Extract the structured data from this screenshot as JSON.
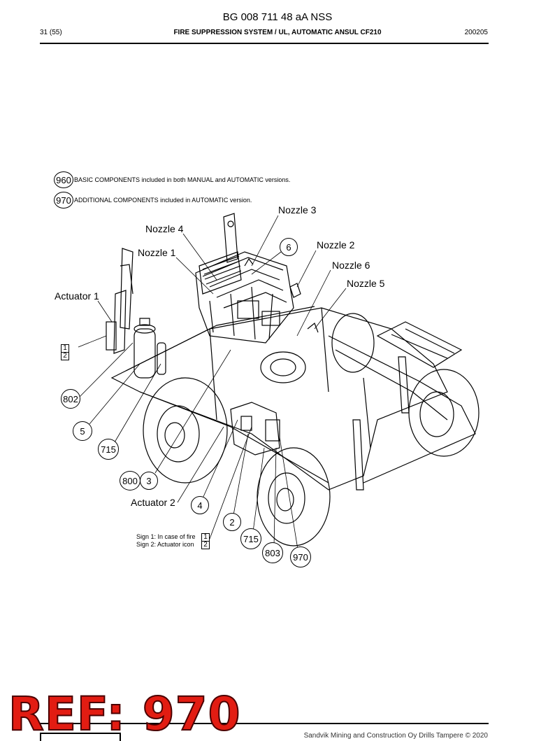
{
  "header": {
    "doc_id": "BG 008 711 48 aA NSS",
    "page": "31 (55)",
    "title": "FIRE SUPPRESSION SYSTEM / UL, AUTOMATIC ANSUL CF210",
    "date": "200205"
  },
  "legend": [
    {
      "code": "960",
      "text": "BASIC COMPONENTS included in both MANUAL and AUTOMATIC versions."
    },
    {
      "code": "970",
      "text": "ADDITIONAL COMPONENTS included in AUTOMATIC version."
    }
  ],
  "callouts": {
    "nozzle_3": "Nozzle 3",
    "nozzle_4": "Nozzle 4",
    "nozzle_1": "Nozzle 1",
    "nozzle_2": "Nozzle 2",
    "nozzle_6": "Nozzle 6",
    "nozzle_5": "Nozzle 5",
    "actuator_1": "Actuator 1",
    "actuator_2": "Actuator 2"
  },
  "part_numbers": {
    "p6": "6",
    "p802": "802",
    "p5": "5",
    "p715a": "715",
    "p800": "800",
    "p3": "3",
    "p4": "4",
    "p2": "2",
    "p715b": "715",
    "p803": "803",
    "p970": "970"
  },
  "sign_boxes": {
    "one": "1",
    "two": "2"
  },
  "signs": {
    "sign1": "Sign 1: In case of fire",
    "sign2": "Sign 2: Actuator icon",
    "box1": "1",
    "box2": "2"
  },
  "footer": {
    "stamp": "REF: 970",
    "copyright": "Sandvik Mining and Construction Oy Drills Tampere © 2020"
  }
}
